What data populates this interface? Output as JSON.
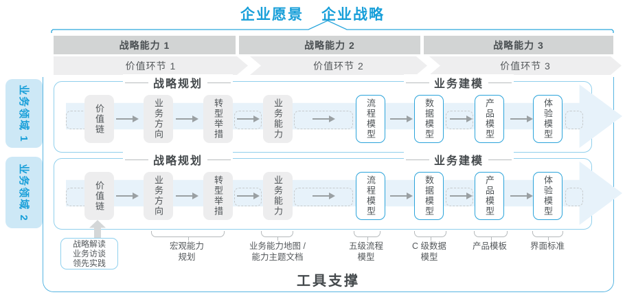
{
  "header": {
    "vision": "企业愿景",
    "strategy": "企业战略"
  },
  "capability_bars": [
    "战略能力 1",
    "战略能力 2",
    "战略能力 3"
  ],
  "value_chevrons": [
    "价值环节 1",
    "价值环节 2",
    "价值环节 3"
  ],
  "domains": [
    {
      "label": "业务领域 1"
    },
    {
      "label": "业务领域 2"
    }
  ],
  "row": {
    "section_titles": [
      "战略规划",
      "业务建模"
    ],
    "gray_boxes": [
      "价值链",
      "业务方向",
      "转型举措",
      "业务能力"
    ],
    "blue_boxes": [
      "流程模型",
      "数据模型",
      "产品模型",
      "体验模型"
    ]
  },
  "annotations": {
    "practice_box": "战略解读\n业务访谈\n领先实践",
    "labels": [
      "宏观能力\n规划",
      "业务能力地图 /\n能力主题文档",
      "五级流程\n模型",
      "C 级数据\n模型",
      "产品模板",
      "界面标准"
    ]
  },
  "footer": {
    "tool_support": "工具支撑"
  },
  "colors": {
    "accent": "#189fd9",
    "bar_gray": "#d2d4d4",
    "chevron_gray": "#eeeeef",
    "box_gray": "#ededee",
    "box_blue_border": "#2aa3da",
    "band_blue": "#e7f2fa",
    "frame_blue": "#55b4e1",
    "text_dark": "#44494c"
  }
}
